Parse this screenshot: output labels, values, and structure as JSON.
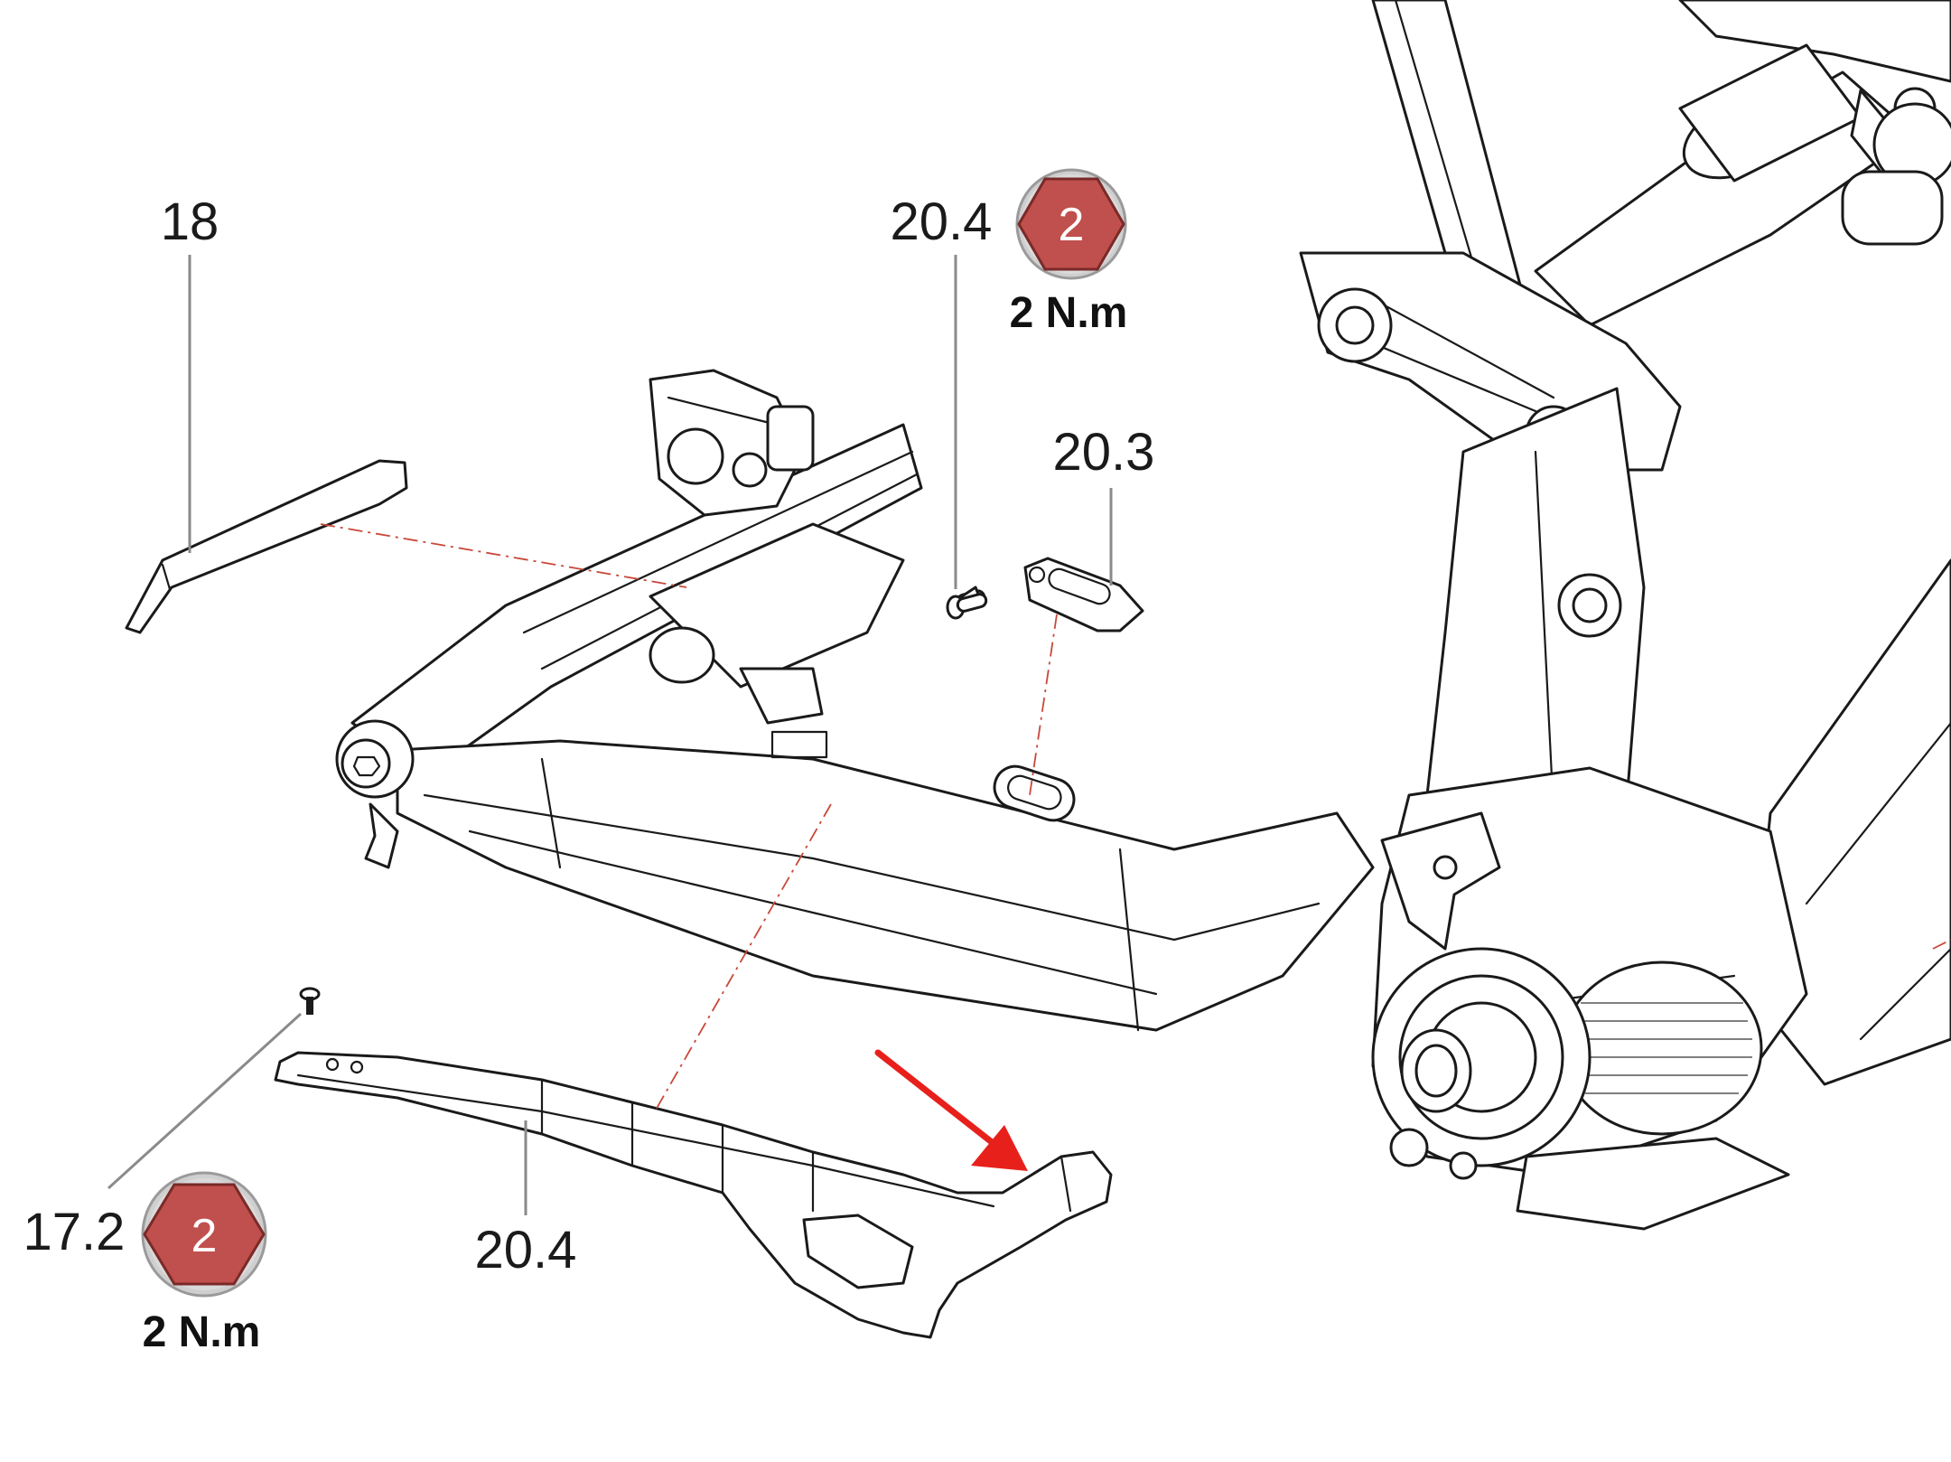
{
  "callouts": {
    "part_18": "18",
    "part_20_4_top": "20.4",
    "part_20_3": "20.3",
    "part_17_2": "17.2",
    "part_20_4_bottom": "20.4"
  },
  "torque_specs": [
    {
      "hex_size": "2",
      "torque": "2 N.m"
    },
    {
      "hex_size": "2",
      "torque": "2 N.m"
    }
  ],
  "colors": {
    "hex_badge": "#c0504d",
    "badge_ring": "#cfcfcf",
    "arrow": "#e8201c",
    "axis_lines": "#c8483a",
    "leader_lines": "#8a8a8a"
  },
  "icons": {
    "torque_badge": "hex-key-icon",
    "direction": "arrow-icon"
  }
}
